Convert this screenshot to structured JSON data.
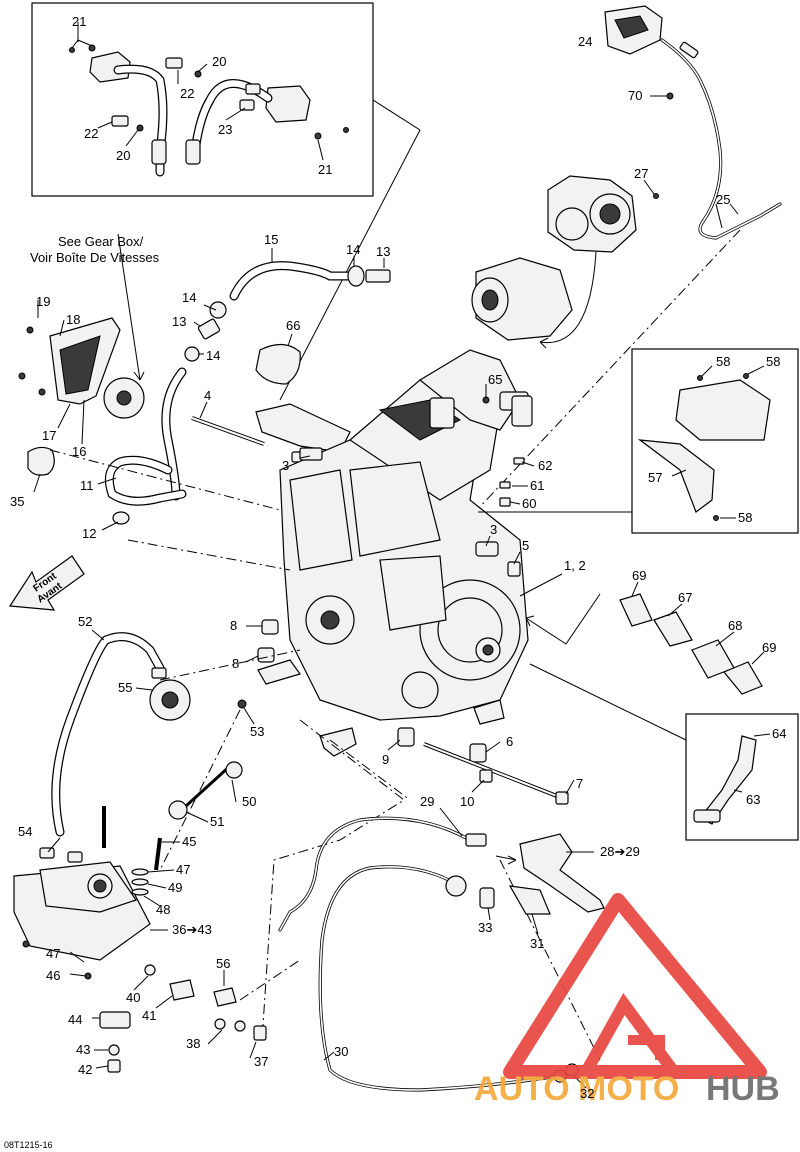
{
  "diagram": {
    "note": [
      "See Gear Box/",
      "Voir Boîte De Vitesses"
    ],
    "front_arrow": [
      "Front",
      "Avant"
    ],
    "figure_code": "08T1215-16",
    "watermark": {
      "auto": "AUTO",
      "moto": "MOTO",
      "hub": "HUB",
      "red": "#e8473f",
      "orange": "#f3a93b",
      "gray": "#6d6d6d"
    },
    "labels": {
      "c1": "21",
      "c2": "20",
      "c3": "22",
      "c4": "22",
      "c5": "20",
      "c6": "23",
      "c7": "21",
      "c8": "24",
      "c9": "70",
      "c10": "27",
      "c11": "25",
      "c12": "15",
      "c13": "14",
      "c14": "13",
      "c15": "14",
      "c16": "13",
      "c17": "14",
      "c18": "66",
      "c19": "19",
      "c20": "18",
      "c21": "17",
      "c22": "16",
      "c23": "4",
      "c24": "35",
      "c25": "11",
      "c26": "12",
      "c27": "3",
      "c28": "65",
      "c29": "62",
      "c30": "61",
      "c31": "60",
      "c32": "58",
      "c33": "58",
      "c34": "57",
      "c35": "58",
      "c36": "3",
      "c37": "5",
      "c38": "1, 2",
      "c39": "69",
      "c40": "67",
      "c41": "68",
      "c42": "69",
      "c43": "52",
      "c44": "8",
      "c45": "8",
      "c46": "55",
      "c47": "53",
      "c48": "9",
      "c49": "6",
      "c50": "10",
      "c51": "7",
      "c52": "64",
      "c53": "63",
      "c54": "50",
      "c55": "51",
      "c56": "54",
      "c57": "45",
      "c58": "47",
      "c59": "49",
      "c60": "48",
      "c61": "36➔43",
      "c62": "47",
      "c63": "46",
      "c64": "40",
      "c65": "41",
      "c66": "56",
      "c67": "44",
      "c68": "43",
      "c69": "42",
      "c70": "38",
      "c71": "37",
      "c72": "29",
      "c73": "28➔29",
      "c74": "33",
      "c75": "31",
      "c76": "30",
      "c77": "32"
    }
  }
}
